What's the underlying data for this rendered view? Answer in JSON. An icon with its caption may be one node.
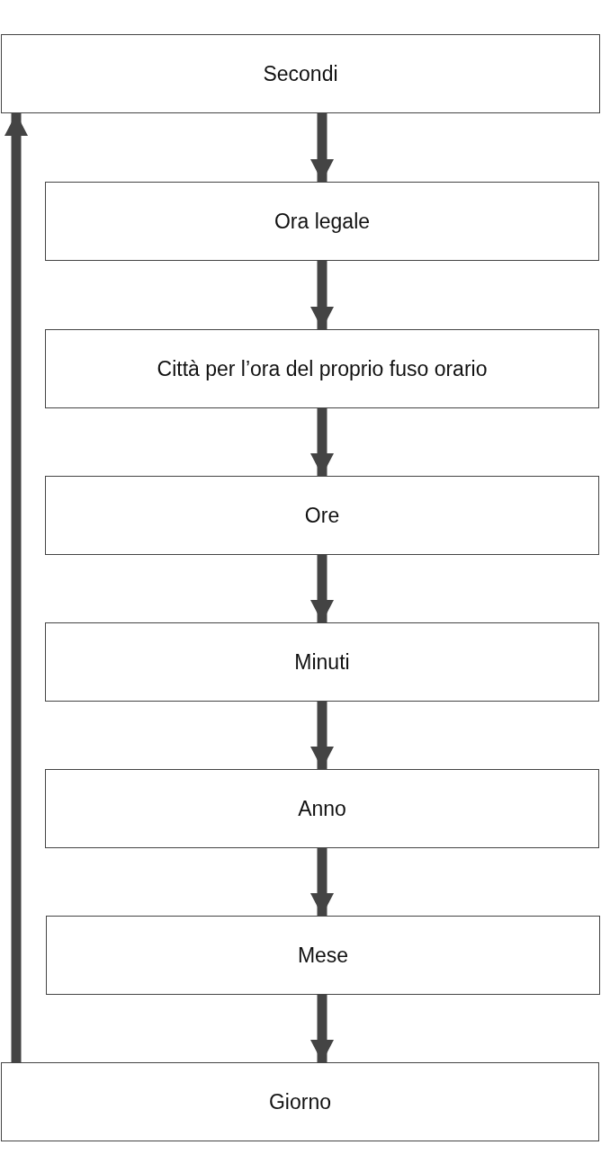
{
  "diagram": {
    "nodes": [
      {
        "text": [
          "Secondi"
        ]
      },
      {
        "text": [
          "Ora legale"
        ]
      },
      {
        "text": [
          "Città per l’ora del proprio fuso orario"
        ]
      },
      {
        "text": [
          "Ore"
        ]
      },
      {
        "text": [
          "Minuti"
        ]
      },
      {
        "text": [
          "Anno"
        ]
      },
      {
        "text": [
          "Mese"
        ]
      },
      {
        "text": [
          "Giorno"
        ]
      }
    ],
    "edges": [
      {
        "from": 0,
        "to": 1,
        "arrow": "to"
      },
      {
        "from": 1,
        "to": 2,
        "arrow": "to"
      },
      {
        "from": 2,
        "to": 3,
        "arrow": "to"
      },
      {
        "from": 3,
        "to": 4,
        "arrow": "to"
      },
      {
        "from": 4,
        "to": 5,
        "arrow": "to"
      },
      {
        "from": 5,
        "to": 6,
        "arrow": "to"
      },
      {
        "from": 6,
        "to": 7,
        "arrow": "to"
      },
      {
        "from": 7,
        "to": 0,
        "arrow": "to"
      }
    ]
  }
}
